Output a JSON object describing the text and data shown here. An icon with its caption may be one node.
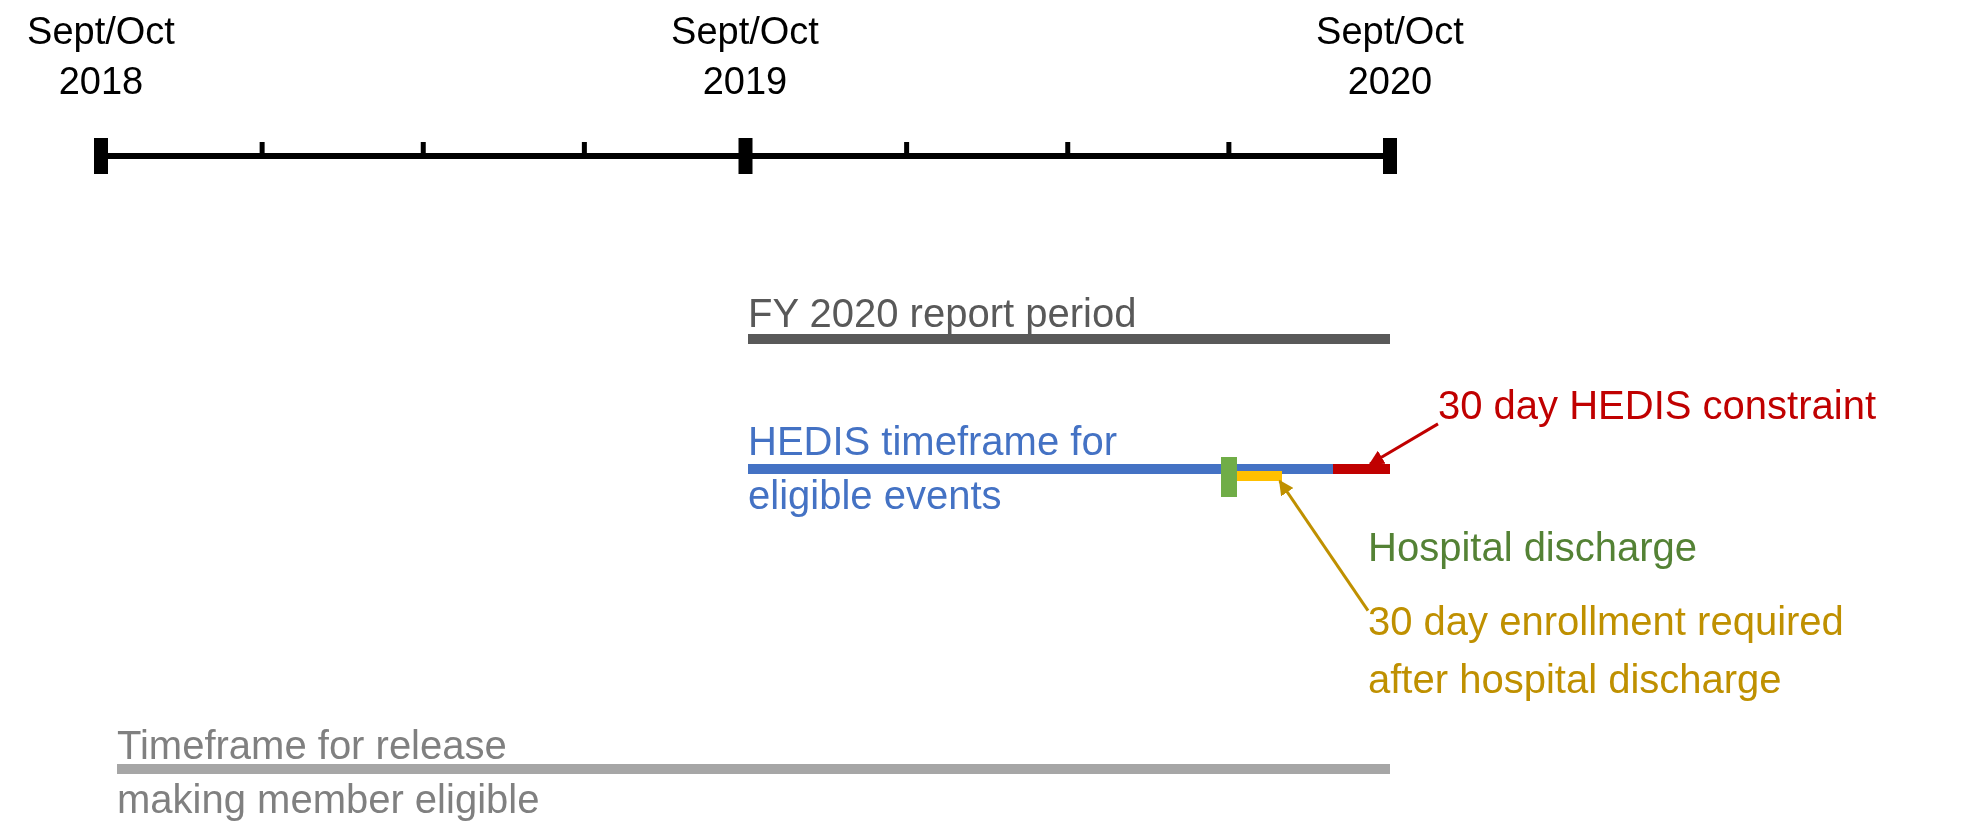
{
  "diagram": {
    "nodes": [
      {
        "text": [
          "FY 2020 report period"
        ]
      },
      {
        "text": [
          "HEDIS timeframe for eligible events"
        ]
      },
      {
        "text": [],
        "shape": "bar",
        "in": 1
      },
      {
        "text": [],
        "shape": "bar",
        "in": 1
      },
      {
        "text": [],
        "shape": "bar",
        "in": 1
      },
      {
        "text": [
          "30 day HEDIS constraint"
        ]
      },
      {
        "text": [
          "30 day enrollment required after hospital discharge"
        ]
      },
      {
        "text": [
          "Timeframe for release making member eligible"
        ]
      }
    ],
    "edges": [
      {
        "from": 5,
        "to": 2,
        "arrow": "to",
        "color": "#c00000"
      },
      {
        "from": 6,
        "to": 4,
        "arrow": "to",
        "color": "#bf9000"
      }
    ],
    "labels": [
      "Sept/Oct 2018",
      "Sept/Oct 2019",
      "Sept/Oct 2020",
      "Hospital discharge"
    ]
  }
}
